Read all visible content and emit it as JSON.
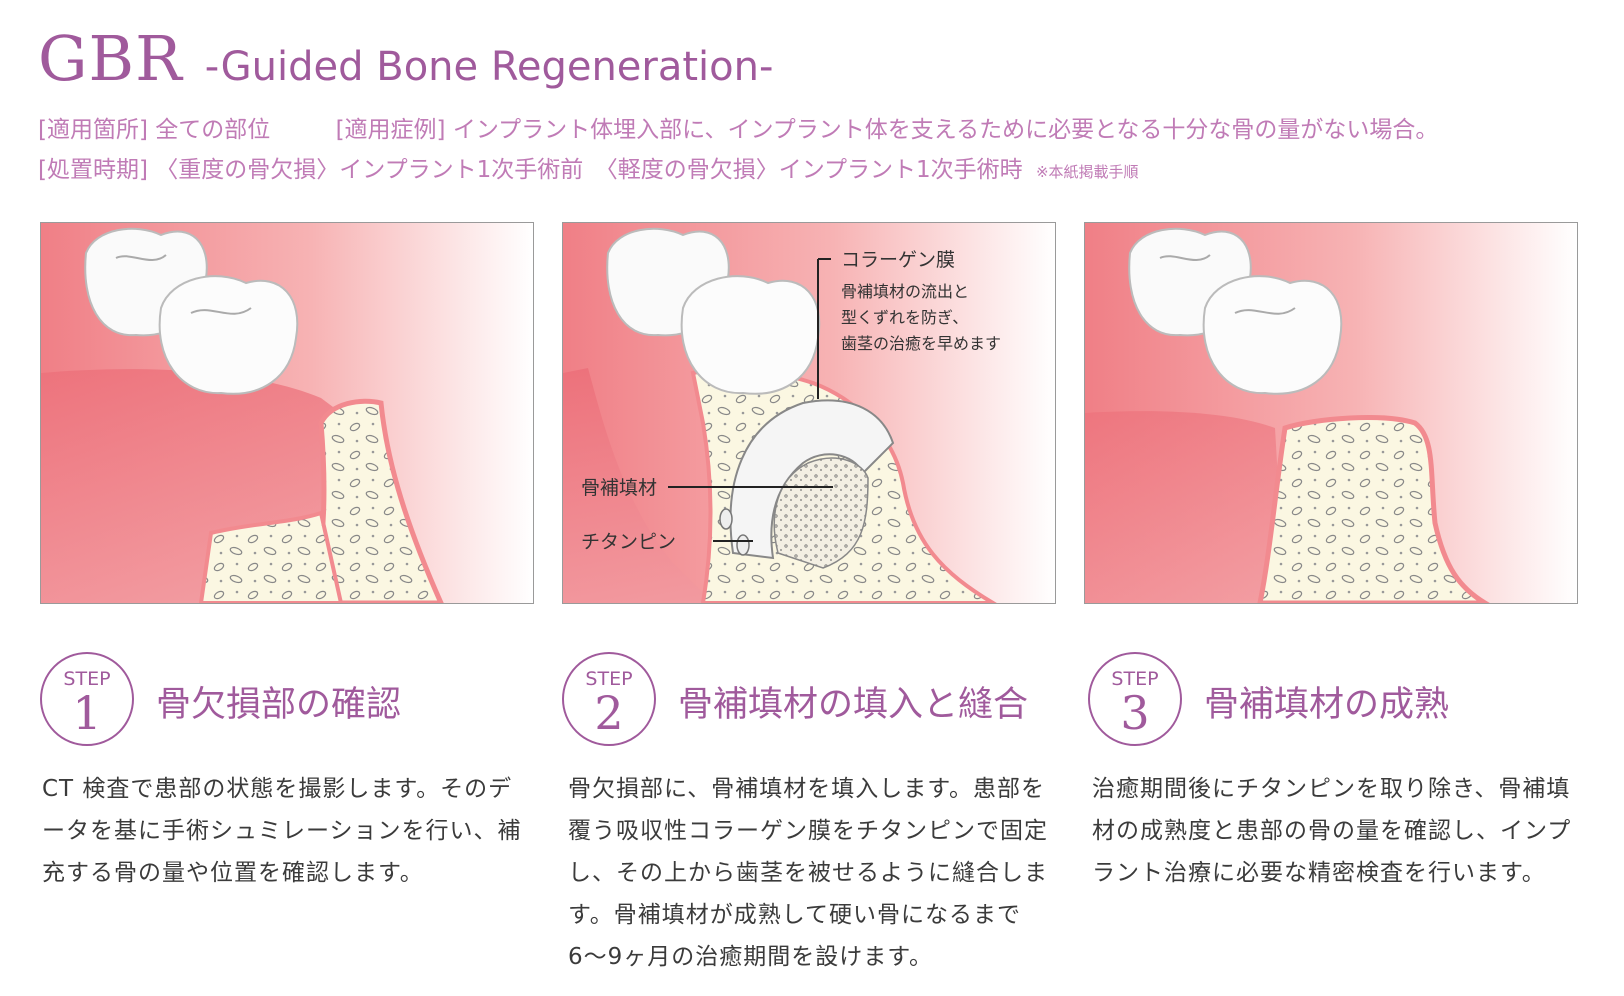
{
  "title": {
    "main": "GBR",
    "sub": "-Guided Bone Regeneration-"
  },
  "meta": {
    "site_tag": "[適用箇所]",
    "site_value": "全ての部位",
    "case_tag": "[適用症例]",
    "case_value": "インプラント体埋入部に、インプラント体を支えるために必要となる十分な骨の量がない場合。",
    "timing_tag": "[処置時期]",
    "timing_value": "〈重度の骨欠損〉インプラント1次手術前　〈軽度の骨欠損〉インプラント1次手術時",
    "timing_note": "※本紙掲載手順"
  },
  "illustration": {
    "collagen_title": "コラーゲン膜",
    "collagen_desc_1": "骨補填材の流出と",
    "collagen_desc_2": "型くずれを防ぎ、",
    "collagen_desc_3": "歯茎の治癒を早めます",
    "bone_filler": "骨補填材",
    "titanium_pin": "チタンピン"
  },
  "steps": [
    {
      "step_label": "STEP",
      "number": "1",
      "title": "骨欠損部の確認",
      "desc": "CT 検査で患部の状態を撮影します。そのデータを基に手術シュミレーションを行い、補充する骨の量や位置を確認します。"
    },
    {
      "step_label": "STEP",
      "number": "2",
      "title": "骨補填材の填入と縫合",
      "desc": "骨欠損部に、骨補填材を填入します。患部を覆う吸収性コラーゲン膜をチタンピンで固定し、その上から歯茎を被せるように縫合します。骨補填材が成熟して硬い骨になるまで6〜9ヶ月の治癒期間を設けます。"
    },
    {
      "step_label": "STEP",
      "number": "3",
      "title": "骨補填材の成熟",
      "desc": "治癒期間後にチタンピンを取り除き、骨補填材の成熟度と患部の骨の量を確認し、インプラント治療に必要な精密検査を行います。"
    }
  ],
  "colors": {
    "accent": "#a05a9c",
    "meta": "#c07bb6",
    "gum": "#f08a8a",
    "gum_light": "#fbd9d7",
    "bone": "#fbf6dc"
  }
}
